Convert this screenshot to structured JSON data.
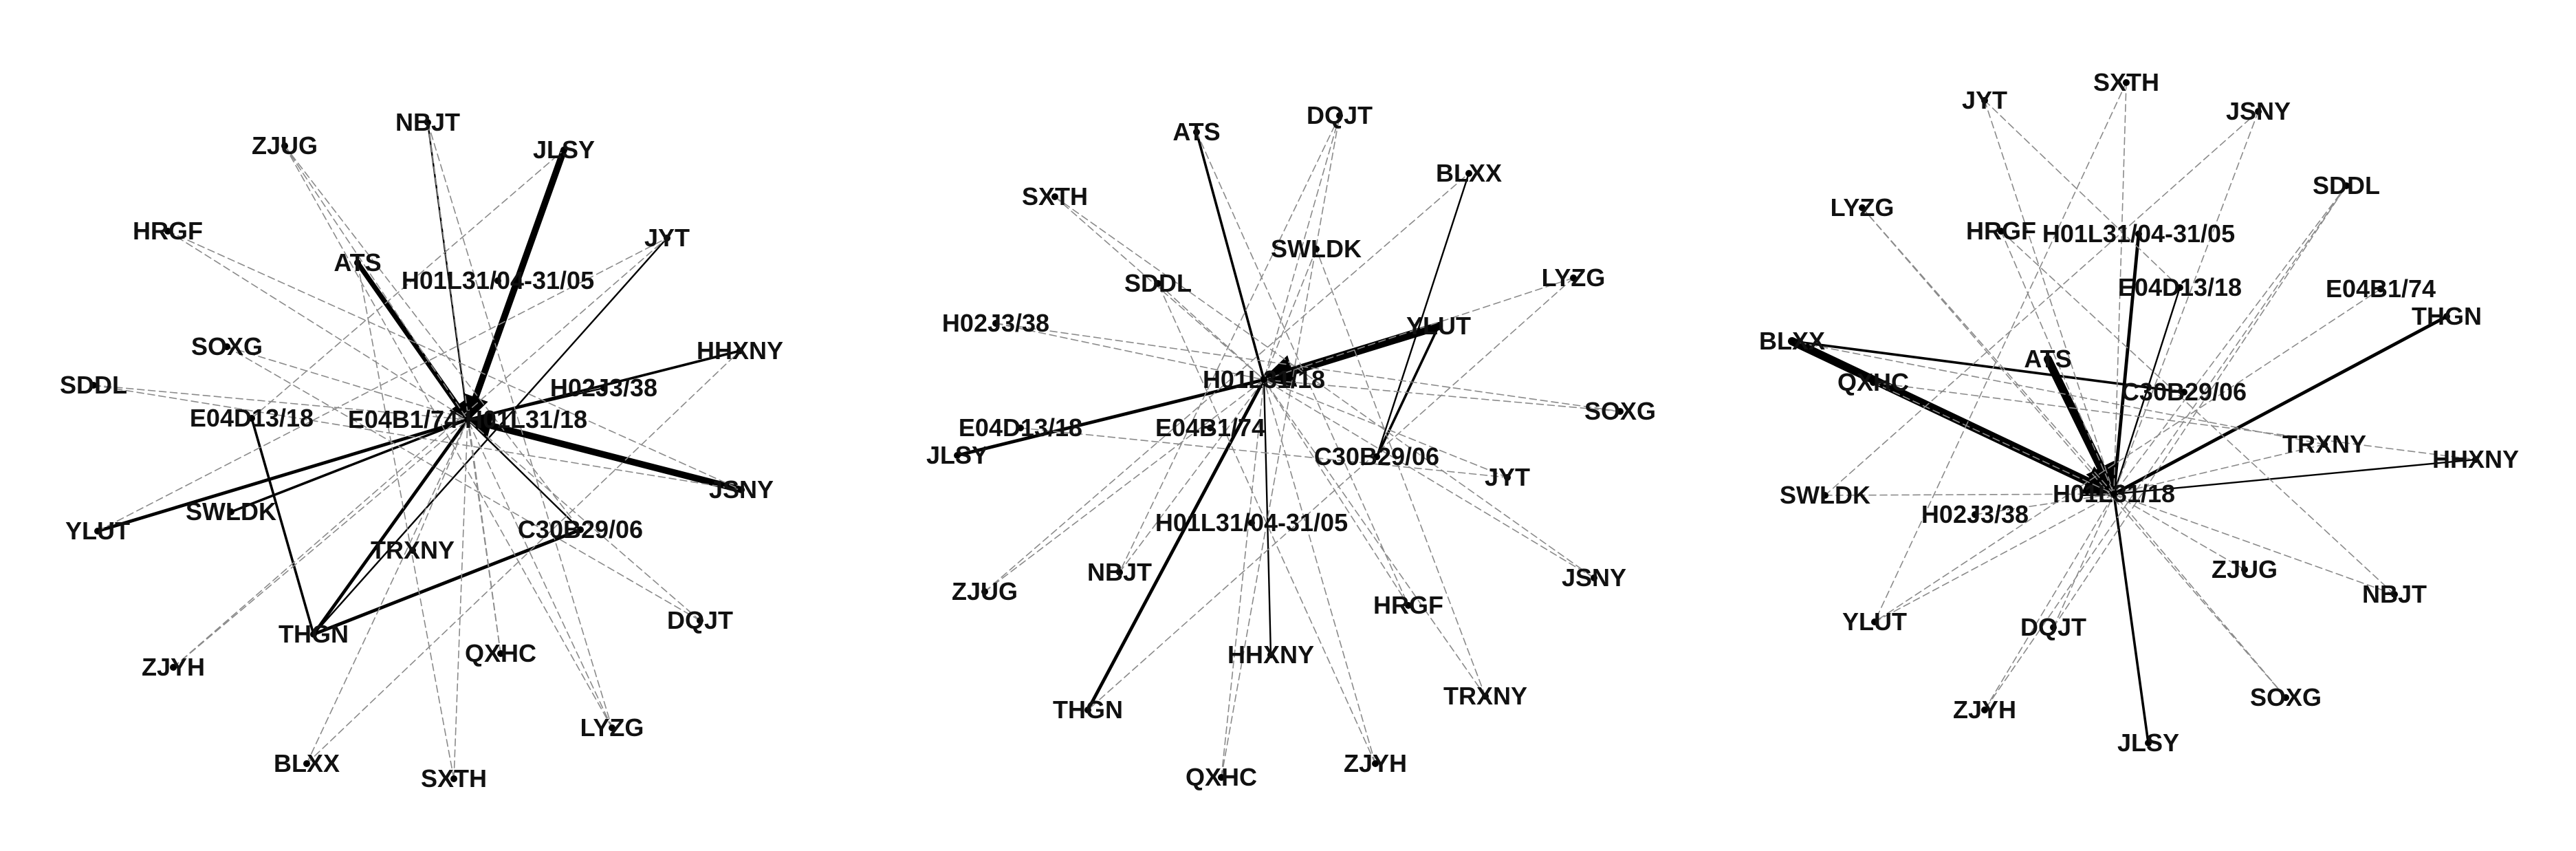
{
  "colors": {
    "background": "#ffffff",
    "text": "#111111",
    "strong_edge": "#000000",
    "light_edge": "#8a8a8a"
  },
  "networks": [
    {
      "id": "network-1",
      "nodes": [
        {
          "id": "ZJUG",
          "label": "ZJUG"
        },
        {
          "id": "NBJT",
          "label": "NBJT"
        },
        {
          "id": "JLSY",
          "label": "JLSY"
        },
        {
          "id": "HRGF",
          "label": "HRGF"
        },
        {
          "id": "ATS",
          "label": "ATS"
        },
        {
          "id": "JYT",
          "label": "JYT"
        },
        {
          "id": "H01L31",
          "label": "H01L31/04-31/05"
        },
        {
          "id": "SOXG",
          "label": "SOXG"
        },
        {
          "id": "HHXNY",
          "label": "HHXNY"
        },
        {
          "id": "H02J3",
          "label": "H02J3/38"
        },
        {
          "id": "SDDL",
          "label": "SDDL"
        },
        {
          "id": "E04D13",
          "label": "E04D13/18"
        },
        {
          "id": "HUB",
          "label": "E04B1/74 H01L31/18"
        },
        {
          "id": "JSNY",
          "label": "JSNY"
        },
        {
          "id": "SWLDK",
          "label": "SWLDK"
        },
        {
          "id": "YLUT",
          "label": "YLUT"
        },
        {
          "id": "C30B29",
          "label": "C30B29/06"
        },
        {
          "id": "TRXNY",
          "label": "TRXNY"
        },
        {
          "id": "DQJT",
          "label": "DQJT"
        },
        {
          "id": "THGN",
          "label": "THGN"
        },
        {
          "id": "ZJYH",
          "label": "ZJYH"
        },
        {
          "id": "QXHC",
          "label": "QXHC"
        },
        {
          "id": "LYZG",
          "label": "LYZG"
        },
        {
          "id": "BLXX",
          "label": "BLXX"
        },
        {
          "id": "SXTH",
          "label": "SXTH"
        }
      ],
      "edges": [
        {
          "from": "JLSY",
          "to": "HUB",
          "weight": 4,
          "arrow": true
        },
        {
          "from": "JSNY",
          "to": "HUB",
          "weight": 4,
          "arrow": true
        },
        {
          "from": "ATS",
          "to": "HUB",
          "weight": 3,
          "arrow": true
        },
        {
          "from": "YLUT",
          "to": "HUB",
          "weight": 2
        },
        {
          "from": "THGN",
          "to": "HUB",
          "weight": 2
        },
        {
          "from": "THGN",
          "to": "C30B29",
          "weight": 2
        },
        {
          "from": "THGN",
          "to": "E04D13",
          "weight": 1.5
        },
        {
          "from": "SWLDK",
          "to": "HUB",
          "weight": 1.5
        },
        {
          "from": "HHXNY",
          "to": "HUB",
          "weight": 1.5
        },
        {
          "from": "JYT",
          "to": "THGN",
          "weight": 1
        },
        {
          "from": "C30B29",
          "to": "HUB",
          "weight": 1
        },
        {
          "from": "NBJT",
          "to": "HUB",
          "weight": 1
        },
        {
          "from": "H02J3",
          "to": "HUB",
          "weight": 1
        },
        {
          "from": "ZJUG",
          "to": "HUB",
          "weight": 0.6
        },
        {
          "from": "HRGF",
          "to": "HUB",
          "weight": 0.6
        },
        {
          "from": "SOXG",
          "to": "HUB",
          "weight": 0.6
        },
        {
          "from": "SDDL",
          "to": "HUB",
          "weight": 0.6
        },
        {
          "from": "TRXNY",
          "to": "HUB",
          "weight": 0.6
        },
        {
          "from": "DQJT",
          "to": "HUB",
          "weight": 0.6
        },
        {
          "from": "ZJYH",
          "to": "HUB",
          "weight": 0.6
        },
        {
          "from": "QXHC",
          "to": "HUB",
          "weight": 0.6
        },
        {
          "from": "LYZG",
          "to": "HUB",
          "weight": 0.6
        },
        {
          "from": "BLXX",
          "to": "HUB",
          "weight": 0.6
        },
        {
          "from": "SXTH",
          "to": "HUB",
          "weight": 0.6
        },
        {
          "from": "ZJUG",
          "to": "C30B29",
          "weight": 0.5
        },
        {
          "from": "HRGF",
          "to": "JSNY",
          "weight": 0.5
        },
        {
          "from": "NBJT",
          "to": "LYZG",
          "weight": 0.5
        },
        {
          "from": "SDDL",
          "to": "JSNY",
          "weight": 0.5
        },
        {
          "from": "ZJYH",
          "to": "JYT",
          "weight": 0.5
        },
        {
          "from": "BLXX",
          "to": "HHXNY",
          "weight": 0.5
        },
        {
          "from": "SXTH",
          "to": "ATS",
          "weight": 0.5
        },
        {
          "from": "YLUT",
          "to": "JYT",
          "weight": 0.5
        },
        {
          "from": "SOXG",
          "to": "DQJT",
          "weight": 0.5
        },
        {
          "from": "QXHC",
          "to": "NBJT",
          "weight": 0.5
        },
        {
          "from": "LYZG",
          "to": "ZJUG",
          "weight": 0.5
        },
        {
          "from": "E04D13",
          "to": "JLSY",
          "weight": 0.5
        }
      ]
    },
    {
      "id": "network-2",
      "nodes": [
        {
          "id": "ATS",
          "label": "ATS"
        },
        {
          "id": "DQJT",
          "label": "DQJT"
        },
        {
          "id": "BLXX",
          "label": "BLXX"
        },
        {
          "id": "SXTH",
          "label": "SXTH"
        },
        {
          "id": "SWLDK",
          "label": "SWLDK"
        },
        {
          "id": "SDDL",
          "label": "SDDL"
        },
        {
          "id": "LYZG",
          "label": "LYZG"
        },
        {
          "id": "H02J3",
          "label": "H02J3/38"
        },
        {
          "id": "YLUT",
          "label": "YLUT"
        },
        {
          "id": "HUB",
          "label": "H01L31/18"
        },
        {
          "id": "E04D13",
          "label": "E04D13/18"
        },
        {
          "id": "E04B1",
          "label": "E04B1/74"
        },
        {
          "id": "SOXG",
          "label": "SOXG"
        },
        {
          "id": "JLSY",
          "label": "JLSY"
        },
        {
          "id": "C30B29",
          "label": "C30B29/06"
        },
        {
          "id": "JYT",
          "label": "JYT"
        },
        {
          "id": "H01L31",
          "label": "H01L31/04-31/05"
        },
        {
          "id": "ZJUG",
          "label": "ZJUG"
        },
        {
          "id": "NBJT",
          "label": "NBJT"
        },
        {
          "id": "JSNY",
          "label": "JSNY"
        },
        {
          "id": "HRGF",
          "label": "HRGF"
        },
        {
          "id": "HHXNY",
          "label": "HHXNY"
        },
        {
          "id": "TRXNY",
          "label": "TRXNY"
        },
        {
          "id": "THGN",
          "label": "THGN"
        },
        {
          "id": "ZJYH",
          "label": "ZJYH"
        },
        {
          "id": "QXHC",
          "label": "QXHC"
        }
      ],
      "edges": [
        {
          "from": "YLUT",
          "to": "HUB",
          "weight": 5,
          "arrow": true
        },
        {
          "from": "JLSY",
          "to": "HUB",
          "weight": 2
        },
        {
          "from": "THGN",
          "to": "HUB",
          "weight": 2
        },
        {
          "from": "ATS",
          "to": "HUB",
          "weight": 1.5
        },
        {
          "from": "YLUT",
          "to": "C30B29",
          "weight": 1.5
        },
        {
          "from": "BLXX",
          "to": "C30B29",
          "weight": 1
        },
        {
          "from": "HHXNY",
          "to": "HUB",
          "weight": 1
        },
        {
          "from": "QXHC",
          "to": "HUB",
          "weight": 0.8
        },
        {
          "from": "DQJT",
          "to": "HUB",
          "weight": 0.6
        },
        {
          "from": "SXTH",
          "to": "HUB",
          "weight": 0.6
        },
        {
          "from": "SWLDK",
          "to": "HUB",
          "weight": 0.6
        },
        {
          "from": "SDDL",
          "to": "HUB",
          "weight": 0.6
        },
        {
          "from": "LYZG",
          "to": "HUB",
          "weight": 0.6
        },
        {
          "from": "H02J3",
          "to": "HUB",
          "weight": 0.6
        },
        {
          "from": "SOXG",
          "to": "HUB",
          "weight": 0.6
        },
        {
          "from": "JYT",
          "to": "HUB",
          "weight": 0.6
        },
        {
          "from": "ZJUG",
          "to": "HUB",
          "weight": 0.6
        },
        {
          "from": "NBJT",
          "to": "HUB",
          "weight": 0.6
        },
        {
          "from": "JSNY",
          "to": "HUB",
          "weight": 0.6
        },
        {
          "from": "HRGF",
          "to": "HUB",
          "weight": 0.6
        },
        {
          "from": "TRXNY",
          "to": "HUB",
          "weight": 0.6
        },
        {
          "from": "ZJYH",
          "to": "HUB",
          "weight": 0.6
        },
        {
          "from": "ATS",
          "to": "HRGF",
          "weight": 0.5
        },
        {
          "from": "DQJT",
          "to": "NBJT",
          "weight": 0.5
        },
        {
          "from": "SXTH",
          "to": "JSNY",
          "weight": 0.5
        },
        {
          "from": "LYZG",
          "to": "THGN",
          "weight": 0.5
        },
        {
          "from": "H02J3",
          "to": "SOXG",
          "weight": 0.5
        },
        {
          "from": "ZJUG",
          "to": "BLXX",
          "weight": 0.5
        },
        {
          "from": "ZJYH",
          "to": "SDDL",
          "weight": 0.5
        },
        {
          "from": "QXHC",
          "to": "DQJT",
          "weight": 0.5
        },
        {
          "from": "TRXNY",
          "to": "SWLDK",
          "weight": 0.5
        },
        {
          "from": "E04D13",
          "to": "JYT",
          "weight": 0.5
        }
      ]
    },
    {
      "id": "network-3",
      "nodes": [
        {
          "id": "JYT",
          "label": "JYT"
        },
        {
          "id": "SXTH",
          "label": "SXTH"
        },
        {
          "id": "JSNY",
          "label": "JSNY"
        },
        {
          "id": "SDDL",
          "label": "SDDL"
        },
        {
          "id": "LYZG",
          "label": "LYZG"
        },
        {
          "id": "HRGF",
          "label": "HRGF"
        },
        {
          "id": "H01L31",
          "label": "H01L31/04-31/05"
        },
        {
          "id": "E04D13",
          "label": "E04D13/18"
        },
        {
          "id": "E04B1",
          "label": "E04B1/74"
        },
        {
          "id": "THGN",
          "label": "THGN"
        },
        {
          "id": "BLXX",
          "label": "BLXX"
        },
        {
          "id": "ATS",
          "label": "ATS"
        },
        {
          "id": "QXHC",
          "label": "QXHC"
        },
        {
          "id": "C30B29",
          "label": "C30B29/06"
        },
        {
          "id": "TRXNY",
          "label": "TRXNY"
        },
        {
          "id": "HHXNY",
          "label": "HHXNY"
        },
        {
          "id": "SWLDK",
          "label": "SWLDK"
        },
        {
          "id": "HUB",
          "label": "H01L31/18"
        },
        {
          "id": "H02J3",
          "label": "H02J3/38"
        },
        {
          "id": "ZJUG",
          "label": "ZJUG"
        },
        {
          "id": "NBJT",
          "label": "NBJT"
        },
        {
          "id": "YLUT",
          "label": "YLUT"
        },
        {
          "id": "DQJT",
          "label": "DQJT"
        },
        {
          "id": "ZJYH",
          "label": "ZJYH"
        },
        {
          "id": "SOXG",
          "label": "SOXG"
        },
        {
          "id": "JLSY",
          "label": "JLSY"
        }
      ],
      "edges": [
        {
          "from": "BLXX",
          "to": "HUB",
          "weight": 5,
          "arrow": true
        },
        {
          "from": "ATS",
          "to": "HUB",
          "weight": 5,
          "arrow": true
        },
        {
          "from": "H01L31",
          "to": "HUB",
          "weight": 2
        },
        {
          "from": "THGN",
          "to": "HUB",
          "weight": 2
        },
        {
          "from": "BLXX",
          "to": "C30B29",
          "weight": 1.5
        },
        {
          "from": "JLSY",
          "to": "HUB",
          "weight": 1.5
        },
        {
          "from": "HHXNY",
          "to": "HUB",
          "weight": 1
        },
        {
          "from": "E04D13",
          "to": "HUB",
          "weight": 1
        },
        {
          "from": "JYT",
          "to": "HUB",
          "weight": 0.6
        },
        {
          "from": "SXTH",
          "to": "HUB",
          "weight": 0.6
        },
        {
          "from": "JSNY",
          "to": "HUB",
          "weight": 0.6
        },
        {
          "from": "SDDL",
          "to": "HUB",
          "weight": 0.6
        },
        {
          "from": "LYZG",
          "to": "HUB",
          "weight": 0.6
        },
        {
          "from": "HRGF",
          "to": "HUB",
          "weight": 0.6
        },
        {
          "from": "QXHC",
          "to": "HUB",
          "weight": 0.6
        },
        {
          "from": "TRXNY",
          "to": "HUB",
          "weight": 0.6
        },
        {
          "from": "SWLDK",
          "to": "HUB",
          "weight": 0.6
        },
        {
          "from": "H02J3",
          "to": "HUB",
          "weight": 0.6
        },
        {
          "from": "ZJUG",
          "to": "HUB",
          "weight": 0.6
        },
        {
          "from": "NBJT",
          "to": "HUB",
          "weight": 0.6
        },
        {
          "from": "YLUT",
          "to": "HUB",
          "weight": 0.6
        },
        {
          "from": "DQJT",
          "to": "HUB",
          "weight": 0.6
        },
        {
          "from": "ZJYH",
          "to": "HUB",
          "weight": 0.6
        },
        {
          "from": "SOXG",
          "to": "HUB",
          "weight": 0.6
        },
        {
          "from": "JYT",
          "to": "E04D13",
          "weight": 0.5
        },
        {
          "from": "SXTH",
          "to": "YLUT",
          "weight": 0.5
        },
        {
          "from": "LYZG",
          "to": "SOXG",
          "weight": 0.5
        },
        {
          "from": "SDDL",
          "to": "ZJYH",
          "weight": 0.5
        },
        {
          "from": "JSNY",
          "to": "SWLDK",
          "weight": 0.5
        },
        {
          "from": "E04B1",
          "to": "YLUT",
          "weight": 0.5
        },
        {
          "from": "HRGF",
          "to": "NBJT",
          "weight": 0.5
        },
        {
          "from": "QXHC",
          "to": "HHXNY",
          "weight": 0.5
        },
        {
          "from": "TRXNY",
          "to": "BLXX",
          "weight": 0.5
        },
        {
          "from": "DQJT",
          "to": "SDDL",
          "weight": 0.5
        }
      ]
    }
  ]
}
